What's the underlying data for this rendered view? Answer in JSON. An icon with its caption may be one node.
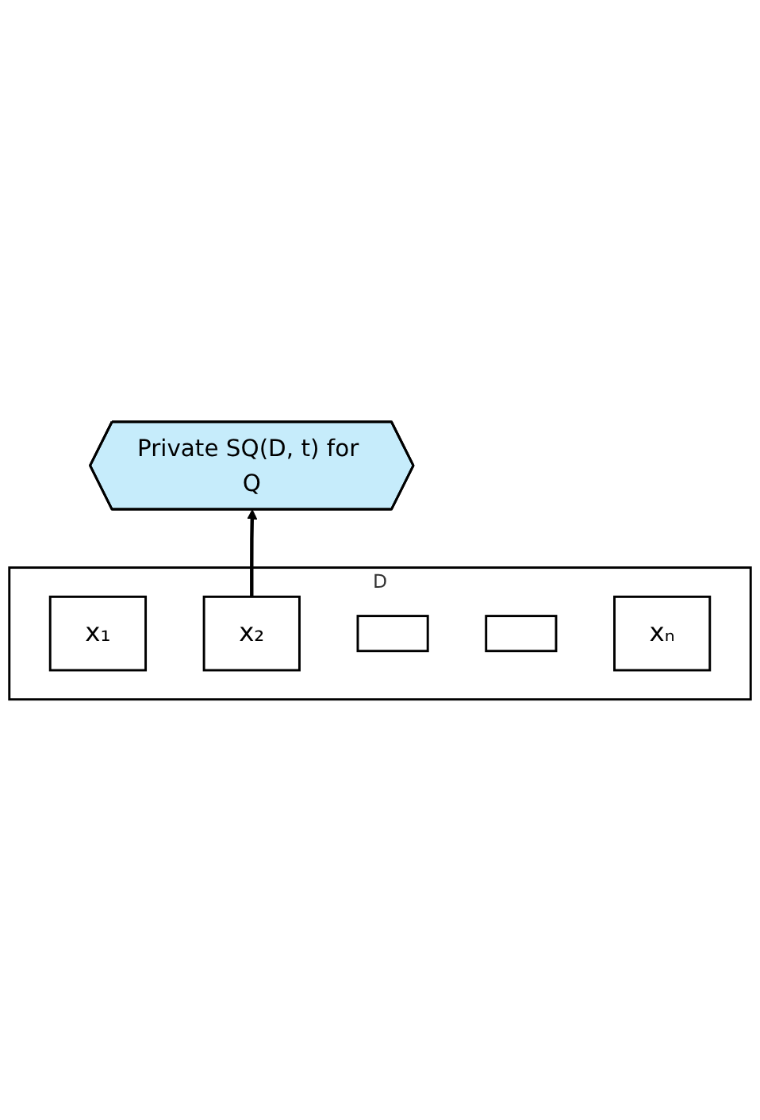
{
  "diagram": {
    "nodes": [
      {
        "text": [
          "D"
        ]
      },
      {
        "text": [
          "x₁"
        ],
        "in": 0
      },
      {
        "text": [
          "x₂"
        ],
        "in": 0
      },
      {
        "text": [],
        "shape": "box",
        "in": 0
      },
      {
        "text": [],
        "shape": "box",
        "in": 0
      },
      {
        "text": [
          "xₙ"
        ],
        "in": 0
      },
      {
        "text": [
          "Private SQ(D, t) for Q"
        ]
      }
    ],
    "edges": [
      {
        "from": 2,
        "to": 6,
        "arrow": "to"
      }
    ]
  }
}
